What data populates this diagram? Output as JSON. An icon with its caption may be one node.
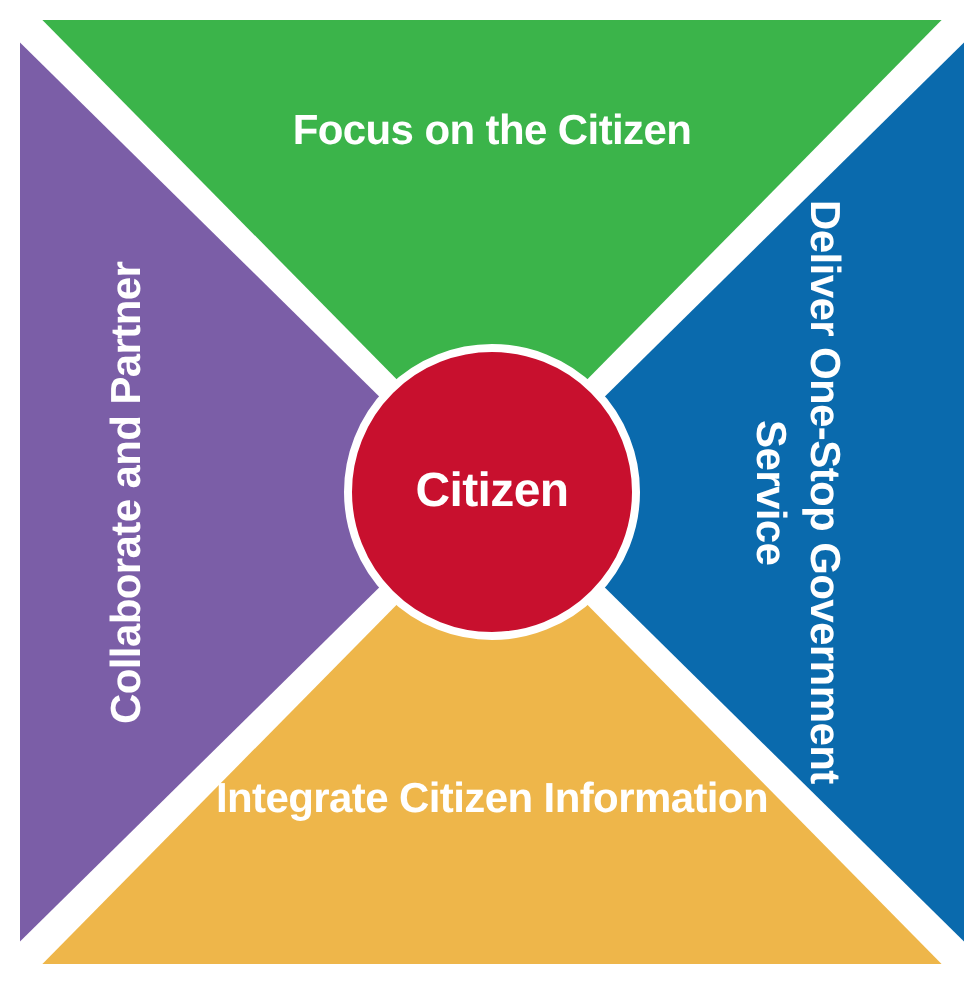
{
  "diagram": {
    "nodes": [
      {
        "text": [
          "Focus on the Citizen"
        ]
      },
      {
        "text": [
          "Collaborate and Partner"
        ]
      },
      {
        "text": [
          "Citizen"
        ]
      },
      {
        "text": [
          "Deliver One-Stop Government Service"
        ]
      },
      {
        "text": [
          "Integrate Citizen Information"
        ]
      }
    ]
  }
}
